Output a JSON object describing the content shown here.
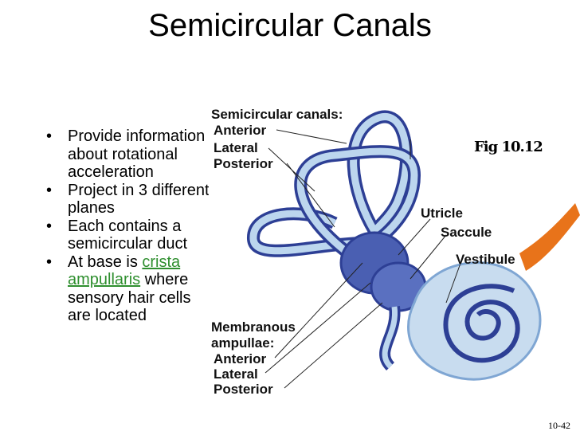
{
  "slide": {
    "title": "Semicircular Canals",
    "fig_ref": "Fig 10.12",
    "page_number": "10-42"
  },
  "bullets": [
    {
      "text": "Provide information about rotational acceleration"
    },
    {
      "text": "Project in 3 different planes"
    },
    {
      "text": "Each contains a semicircular duct"
    },
    {
      "before": "At base is ",
      "link": "crista ampullaris",
      "after": " where sensory hair cells are located"
    }
  ],
  "figure": {
    "canals_heading": "Semicircular canals:",
    "canals": [
      "Anterior",
      "Lateral",
      "Posterior"
    ],
    "utricle": "Utricle",
    "saccule": "Saccule",
    "vestibule": "Vestibule",
    "ampullae_heading_1": "Membranous",
    "ampullae_heading_2": "ampullae:",
    "ampullae": [
      "Anterior",
      "Lateral",
      "Posterior"
    ]
  },
  "colors": {
    "canal_fill": "#bcd6ee",
    "canal_dark": "#2d3f95",
    "nerve": "#e8731a"
  }
}
